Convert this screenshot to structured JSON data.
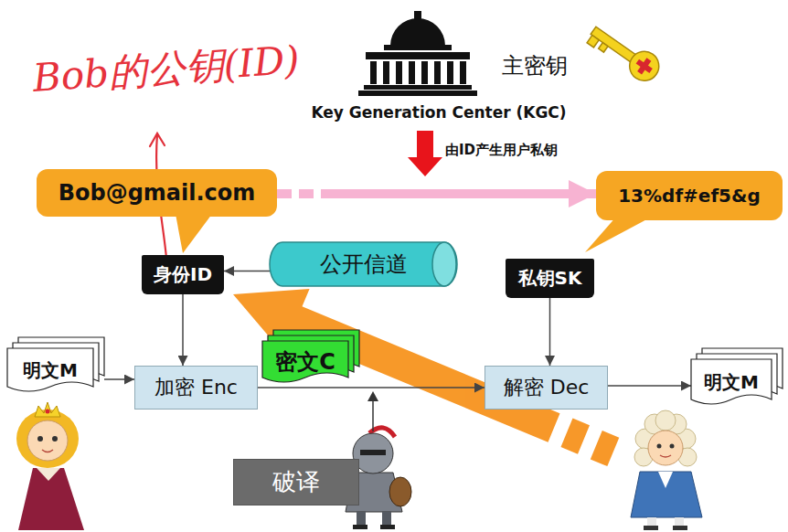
{
  "diagram": {
    "nodes": [
      {
        "text": [
          "Key Generation Center (KGC)"
        ]
      },
      {
        "text": [
          "Bob@gmail.com"
        ]
      },
      {
        "text": [
          "13%df#ef5&g"
        ]
      },
      {
        "text": [
          "身份ID"
        ]
      },
      {
        "text": [
          "公开信道"
        ]
      },
      {
        "text": [
          "私钥SK"
        ]
      },
      {
        "text": [
          "明文M"
        ]
      },
      {
        "text": [
          "加密 Enc"
        ]
      },
      {
        "text": [
          "密文C"
        ]
      },
      {
        "text": [
          "解密 Dec"
        ]
      },
      {
        "text": [
          "明文M"
        ]
      },
      {
        "text": [
          "破译"
        ]
      }
    ],
    "edges": [
      {
        "from": 1,
        "to": 2,
        "arrow": "to"
      },
      {
        "from": 4,
        "to": 3,
        "arrow": "to"
      },
      {
        "from": 3,
        "to": 7,
        "arrow": "to"
      },
      {
        "from": 5,
        "to": 9,
        "arrow": "to"
      },
      {
        "from": 6,
        "to": 7,
        "arrow": "to"
      },
      {
        "from": 7,
        "to": 9,
        "arrow": "to"
      },
      {
        "from": 9,
        "to": 10,
        "arrow": "to"
      }
    ],
    "labels": [
      "Bob的公钥(ID)",
      "主密钥",
      "由ID产生用户私钥"
    ]
  }
}
